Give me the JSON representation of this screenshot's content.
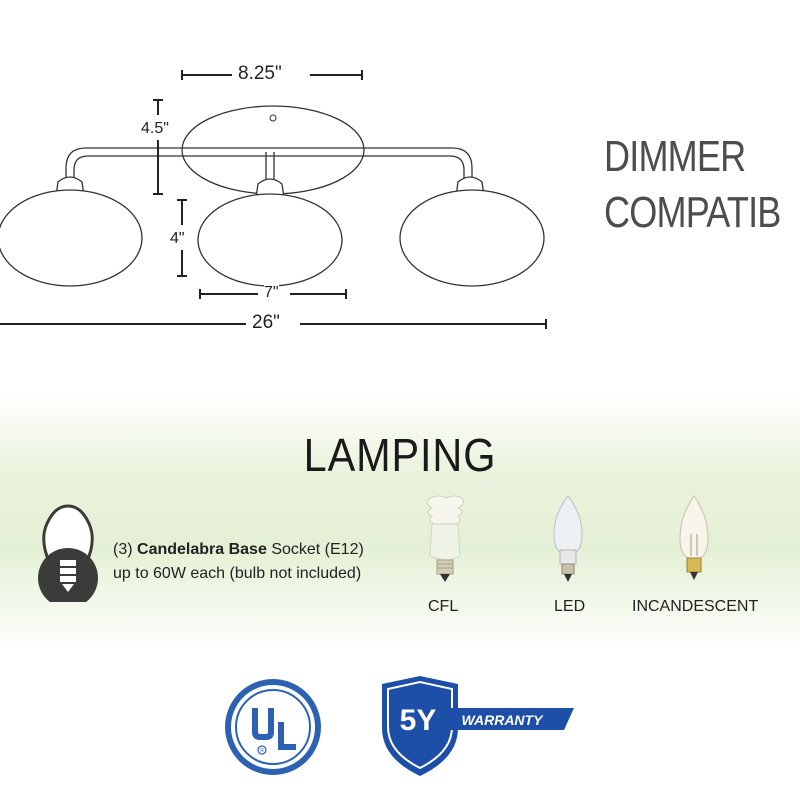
{
  "dimensions": {
    "canopy_width": "8.25\"",
    "canopy_height": "4.5\"",
    "shade_height": "4\"",
    "shade_width": "7\"",
    "overall_width": "26\""
  },
  "dimmer": {
    "line1": "DIMMER",
    "line2": "COMPATIB"
  },
  "lamping": {
    "title": "LAMPING",
    "socket_count": "(3)",
    "socket_type": "Candelabra Base",
    "socket_suffix": "Socket (E12)",
    "wattage_line": "up to 60W each (bulb not included)"
  },
  "bulb_types": [
    "CFL",
    "LED",
    "INCANDESCENT"
  ],
  "certifications": {
    "ul_logo": "UL",
    "warranty_years": "5Y",
    "warranty_label": "WARRANTY"
  },
  "colors": {
    "accent_blue": "#1d4fa8",
    "ul_blue": "#2d62b3",
    "lamping_bg": "#e4f0d5",
    "socket_icon_dark": "#3b3b3b"
  }
}
